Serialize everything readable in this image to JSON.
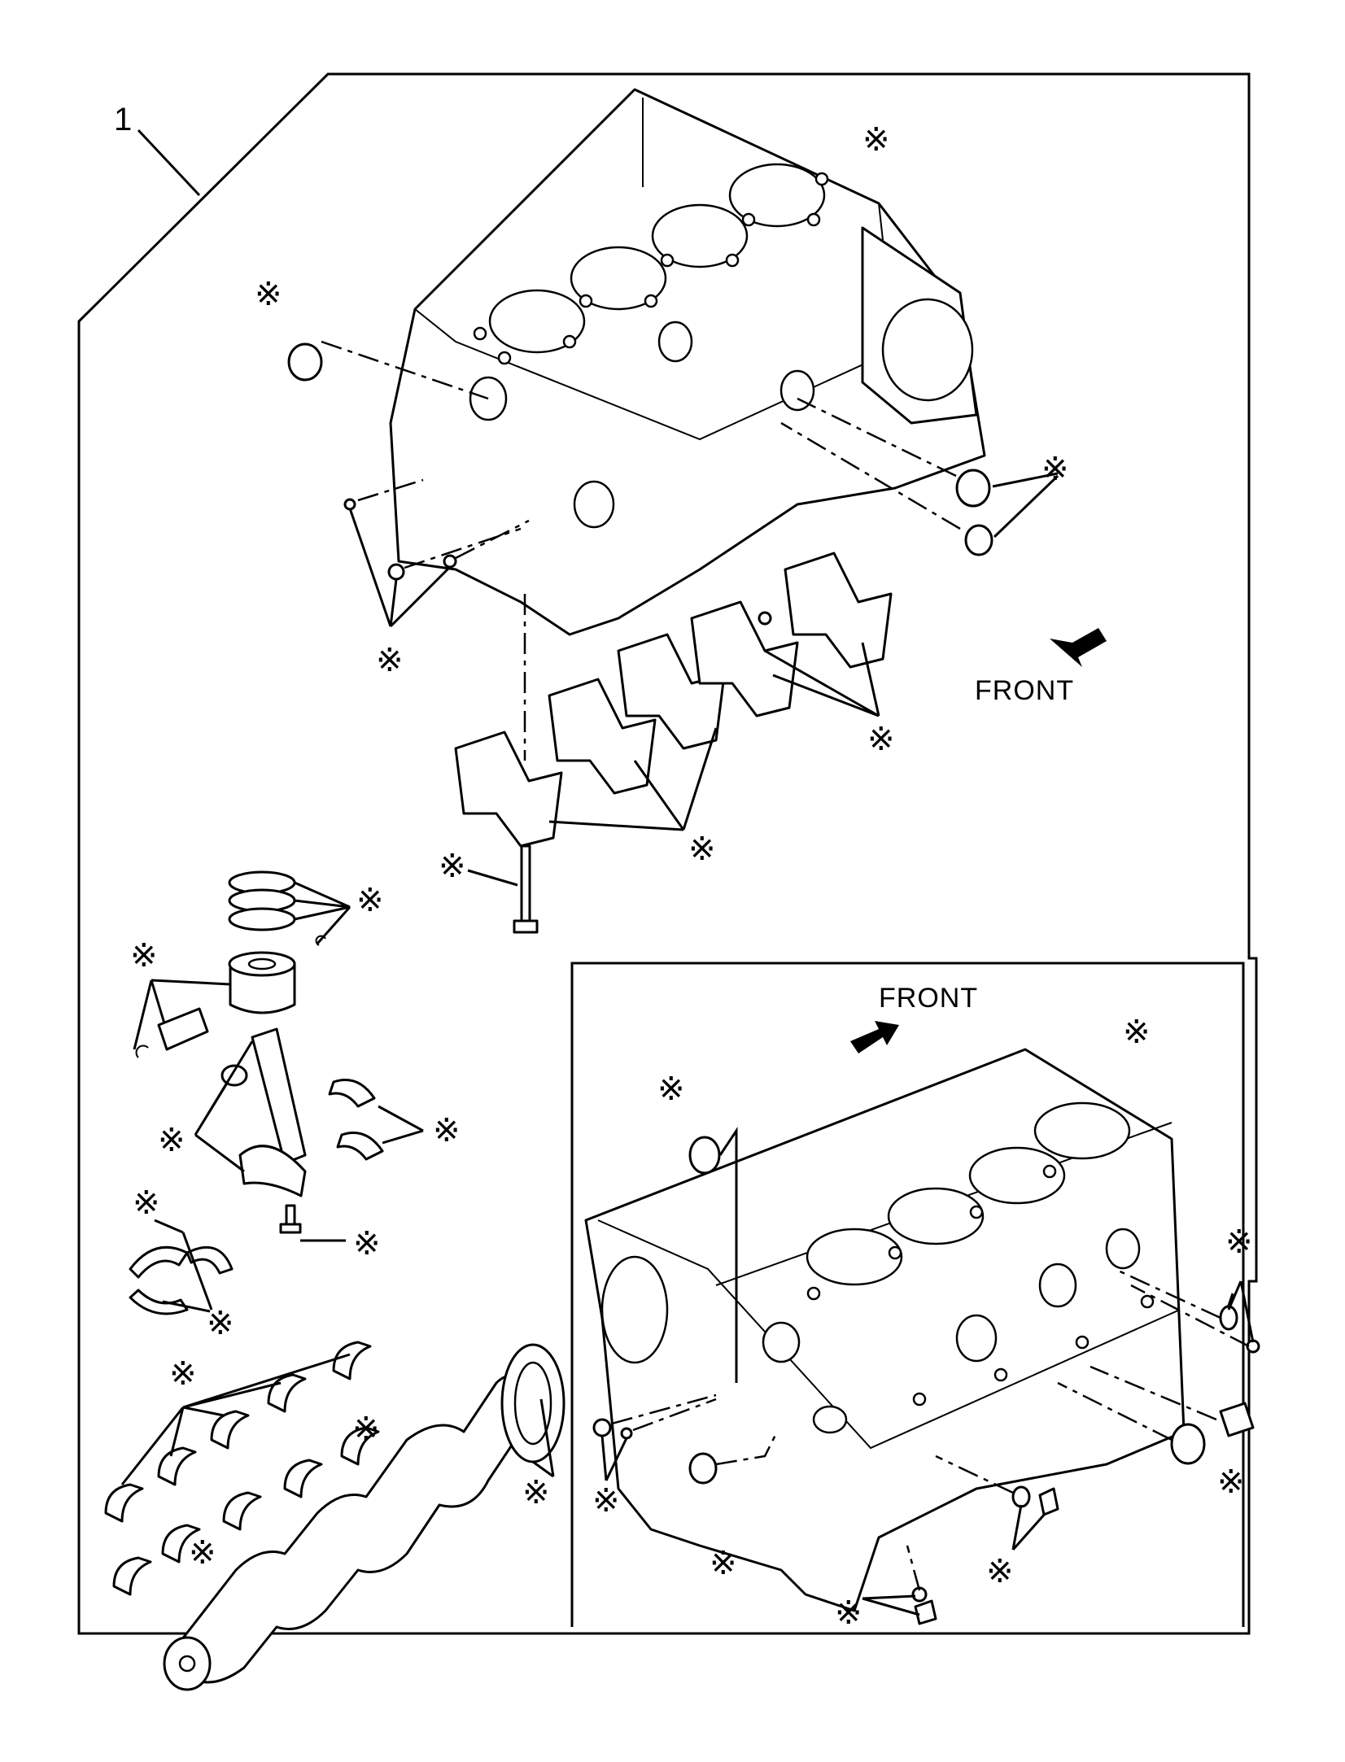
{
  "diagram": {
    "reference_number": "1",
    "marker_symbol": "※",
    "direction_label_main": "FRONT",
    "direction_label_inset": "FRONT"
  },
  "colors": {
    "ink": "#000000",
    "paper": "#ffffff"
  },
  "icons": {
    "arrow_main": "front-direction-arrow-icon",
    "arrow_inset": "front-direction-arrow-icon"
  }
}
